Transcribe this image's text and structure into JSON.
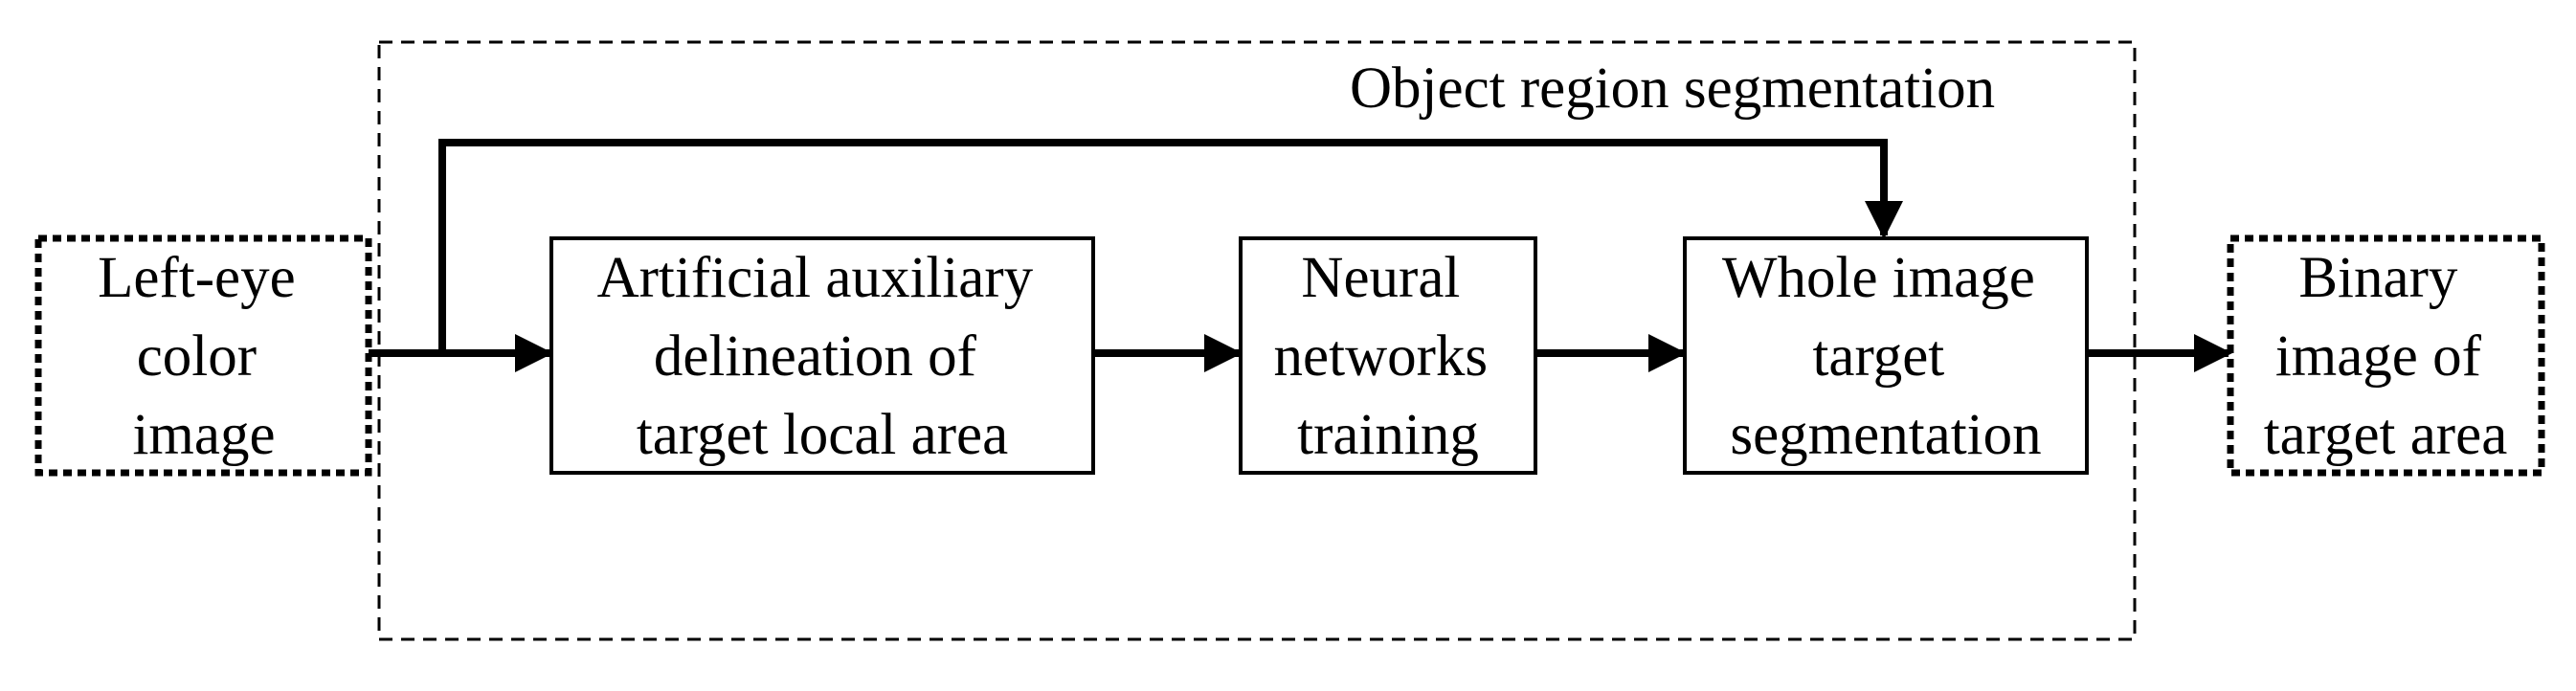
{
  "diagram": {
    "group_title": "Object region segmentation",
    "input_node": {
      "lines": [
        "Left-eye",
        "color",
        "image"
      ]
    },
    "steps": [
      {
        "lines": [
          "Artificial auxiliary",
          "delineation of",
          "target local area"
        ]
      },
      {
        "lines": [
          "Neural",
          "networks",
          "training"
        ]
      },
      {
        "lines": [
          "Whole image",
          "target",
          "segmentation"
        ]
      }
    ],
    "output_node": {
      "lines": [
        "Binary",
        "image of",
        "target area"
      ]
    },
    "colors": {
      "stroke": "#000000",
      "background": "#ffffff"
    }
  }
}
